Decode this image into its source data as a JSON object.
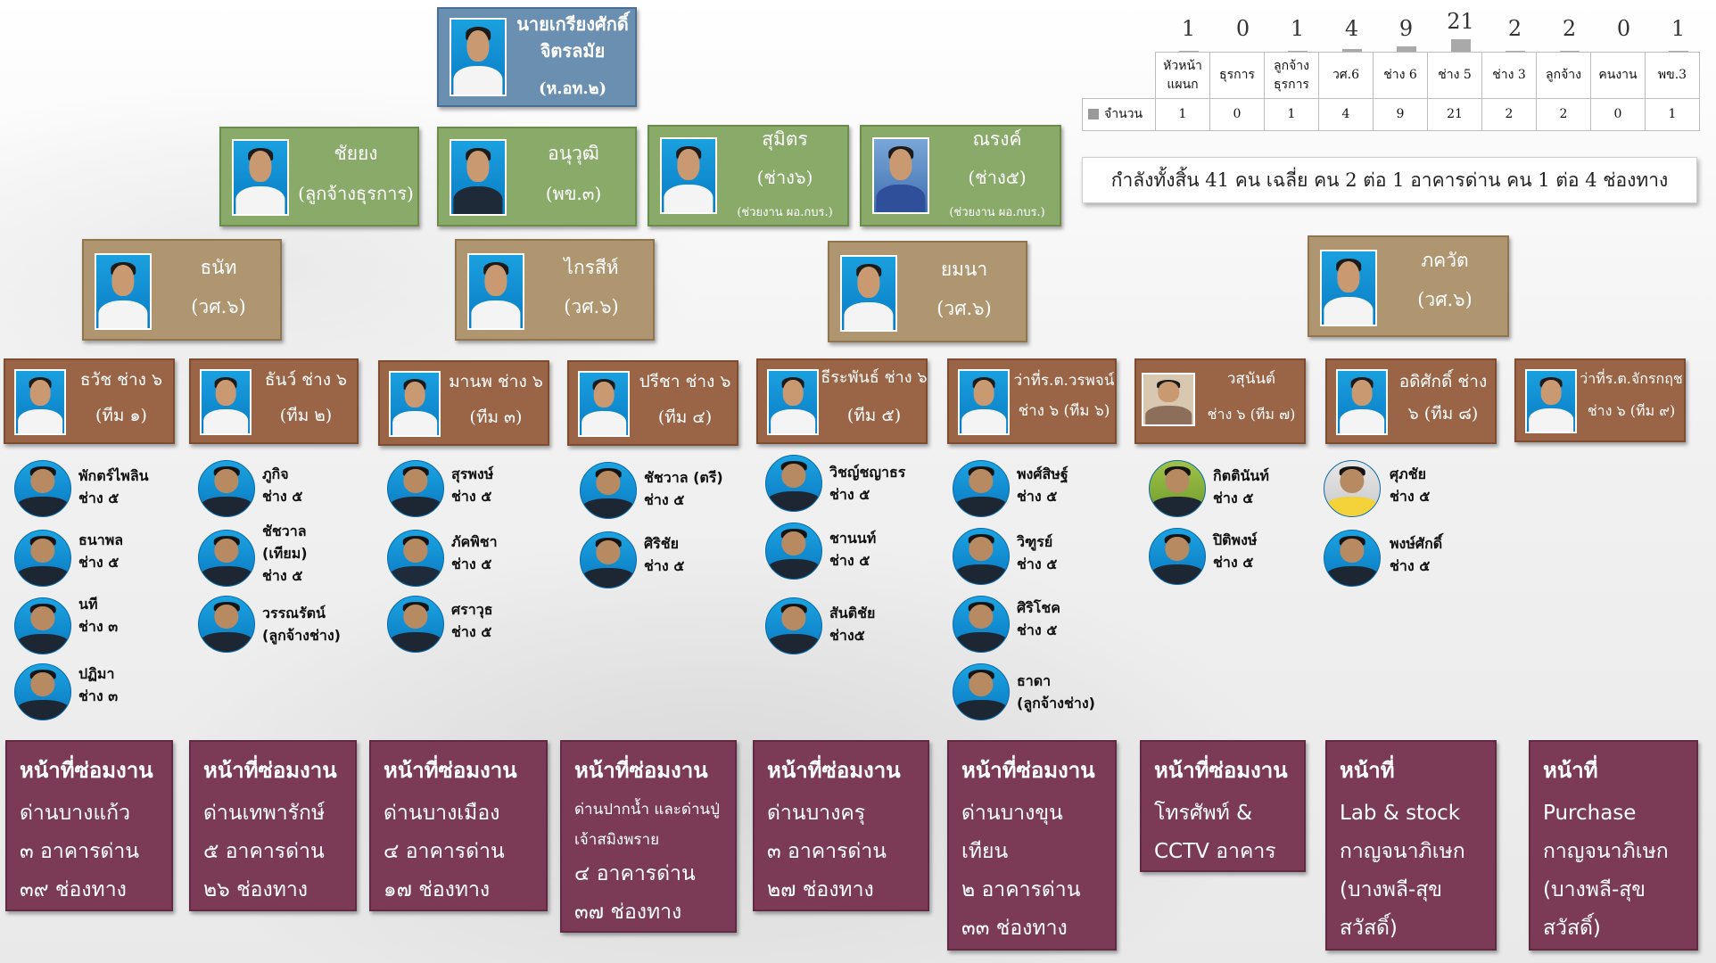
{
  "head": {
    "name1": "นายเกรียงศักดิ์",
    "name2": "จิตรลมัย",
    "pos": "(ห.อท.๒)"
  },
  "level2": [
    {
      "name": "ชัยยง",
      "pos": "(ลูกจ้างธุรการ)"
    },
    {
      "name": "อนุวุฒิ",
      "pos": "(พข.๓)"
    },
    {
      "name": "สุมิตร",
      "pos": "(ช่าง๖)",
      "note": "(ช่วยงาน ผอ.กบร.)"
    },
    {
      "name": "ณรงค์",
      "pos": "(ช่าง๕)",
      "note": "(ช่วยงาน ผอ.กบร.)"
    }
  ],
  "level3": [
    {
      "name": "ธนัท",
      "pos": "(วศ.๖)"
    },
    {
      "name": "ไกรสีห์",
      "pos": "(วศ.๖)"
    },
    {
      "name": "ยมนา",
      "pos": "(วศ.๖)"
    },
    {
      "name": "ภควัต",
      "pos": "(วศ.๖)"
    }
  ],
  "teams": [
    {
      "line1": "ธวัช ช่าง ๖",
      "line2": "(ทีม ๑)"
    },
    {
      "line1": "ธันว์ ช่าง ๖",
      "line2": "(ทีม ๒)"
    },
    {
      "line1": "มานพ ช่าง ๖",
      "line2": "(ทีม ๓)"
    },
    {
      "line1": "ปรีชา ช่าง ๖",
      "line2": "(ทีม ๔)"
    },
    {
      "line1": "ธีระพันธ์ ช่าง ๖",
      "line2": "(ทีม ๕)"
    },
    {
      "line1": "ว่าที่ร.ต.วรพจน์",
      "line2": "ช่าง ๖ (ทีม ๖)"
    },
    {
      "line1": "วสุนันต์",
      "line2": "ช่าง ๖ (ทีม ๗)"
    },
    {
      "line1": "อดิศักดิ์ ช่าง",
      "line2": "๖ (ทีม ๘)"
    },
    {
      "line1": "ว่าที่ร.ต.จักรกฤช",
      "line2": "ช่าง ๖ (ทีม ๙)"
    }
  ],
  "members": [
    [
      {
        "name": "พักตร์ไพลิน",
        "pos": "ช่าง ๕"
      },
      {
        "name": "ธนาพล",
        "pos": "ช่าง ๕"
      },
      {
        "name": "นที",
        "pos": "ช่าง ๓"
      },
      {
        "name": "ปฏิมา",
        "pos": "ช่าง ๓"
      }
    ],
    [
      {
        "name": "ภูกิจ",
        "pos": "ช่าง ๕"
      },
      {
        "name": "ชัชวาล (เทียม)",
        "pos": "ช่าง ๕"
      },
      {
        "name": "วรรณรัตน์",
        "pos": "(ลูกจ้างช่าง)"
      }
    ],
    [
      {
        "name": "สุรพงษ์",
        "pos": "ช่าง ๕"
      },
      {
        "name": "ภัคพิชา",
        "pos": "ช่าง ๕"
      },
      {
        "name": "ศราวุธ",
        "pos": "ช่าง ๕"
      }
    ],
    [
      {
        "name": "ชัชวาล (ตรี)",
        "pos": "ช่าง ๕"
      },
      {
        "name": "ศิริชัย",
        "pos": "ช่าง ๕"
      }
    ],
    [
      {
        "name": "วิชญ์ชญาธร",
        "pos": "ช่าง ๕"
      },
      {
        "name": "ชานนท์",
        "pos": "ช่าง ๕"
      },
      {
        "name": "สันติชัย",
        "pos": "ช่าง๕"
      }
    ],
    [
      {
        "name": "พงศ์สิษฐ์",
        "pos": "ช่าง ๕"
      },
      {
        "name": "วิฑูรย์",
        "pos": "ช่าง ๕"
      },
      {
        "name": "ศิริโชค",
        "pos": "ช่าง ๕"
      },
      {
        "name": "ธาดา",
        "pos": "(ลูกจ้างช่าง)"
      }
    ],
    [
      {
        "name": "กิตตินันท์",
        "pos": "ช่าง ๕"
      },
      {
        "name": "ปิติพงษ์",
        "pos": "ช่าง ๕"
      }
    ],
    [
      {
        "name": "ศุภชัย",
        "pos": "ช่าง ๕"
      },
      {
        "name": "พงษ์ศักดิ์",
        "pos": "ช่าง ๕"
      }
    ]
  ],
  "duties": [
    {
      "title": "หน้าที่ซ่อมงาน",
      "lines": [
        "ด่านบางแก้ว",
        "๓ อาคารด่าน",
        "๓๙ ช่องทาง"
      ]
    },
    {
      "title": "หน้าที่ซ่อมงาน",
      "lines": [
        "ด่านเทพารักษ์",
        "๕ อาคารด่าน",
        "๒๖ ช่องทาง"
      ]
    },
    {
      "title": "หน้าที่ซ่อมงาน",
      "lines": [
        "ด่านบางเมือง",
        "๔ อาคารด่าน",
        "๑๗ ช่องทาง"
      ]
    },
    {
      "title": "หน้าที่ซ่อมงาน",
      "lines": [
        "ด่านปากน้ำ และด่านปู่",
        "เจ้าสมิงพราย",
        "๔ อาคารด่าน",
        "๓๗ ช่องทาง"
      ]
    },
    {
      "title": "หน้าที่ซ่อมงาน",
      "lines": [
        "ด่านบางครุ",
        "๓ อาคารด่าน",
        "๒๗ ช่องทาง"
      ]
    },
    {
      "title": "หน้าที่ซ่อมงาน",
      "lines": [
        "ด่านบางขุน",
        "เทียน",
        "๒ อาคารด่าน",
        "๓๓ ช่องทาง"
      ]
    },
    {
      "title": "หน้าที่ซ่อมงาน",
      "lines": [
        "โทรศัพท์ &",
        "CCTV อาคาร"
      ]
    },
    {
      "title": "หน้าที่",
      "lines": [
        "Lab & stock",
        "กาญจนาภิเษก",
        "(บางพลี-สุข",
        "สวัสดิ์)"
      ]
    },
    {
      "title": "หน้าที่",
      "lines": [
        "Purchase",
        "กาญจนาภิเษก",
        "(บางพลี-สุข",
        "สวัสดิ์)"
      ]
    }
  ],
  "stats": {
    "headers": [
      [
        "หัวหน้า",
        "แผนก"
      ],
      [
        "ธุรการ"
      ],
      [
        "ลูกจ้าง",
        "ธุรการ"
      ],
      [
        "วศ.6"
      ],
      [
        "ช่าง 6"
      ],
      [
        "ช่าง 5"
      ],
      [
        "ช่าง 3"
      ],
      [
        "ลูกจ้าง"
      ],
      [
        "คนงาน"
      ],
      [
        "พข.3"
      ]
    ],
    "row_label": "จำนวน",
    "values": [
      "1",
      "0",
      "1",
      "4",
      "9",
      "21",
      "2",
      "2",
      "0",
      "1"
    ],
    "summary": "กำลังทั้งสิ้น 41 คน เฉลี่ย คน 2 ต่อ 1 อาคารด่าน คน 1 ต่อ 4 ช่องทาง"
  },
  "chart_data": {
    "type": "bar",
    "categories": [
      "หัวหน้าแผนก",
      "ธุรการ",
      "ลูกจ้างธุรการ",
      "วศ.6",
      "ช่าง 6",
      "ช่าง 5",
      "ช่าง 3",
      "ลูกจ้าง",
      "คนงาน",
      "พข.3"
    ],
    "series": [
      {
        "name": "จำนวน",
        "values": [
          1,
          0,
          1,
          4,
          9,
          21,
          2,
          2,
          0,
          1
        ]
      }
    ]
  }
}
